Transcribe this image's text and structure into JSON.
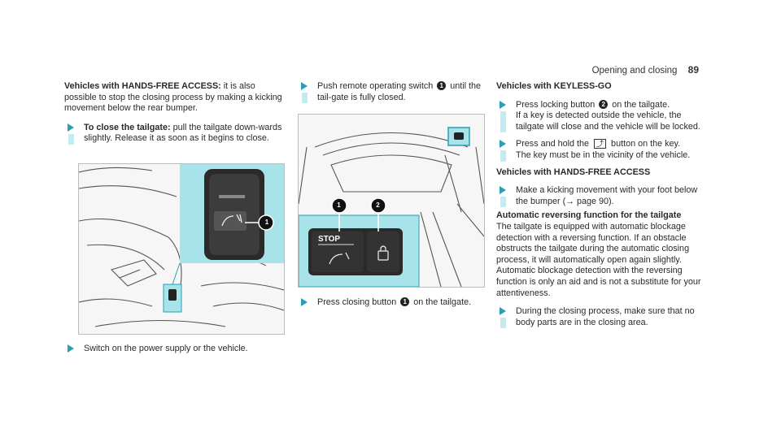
{
  "header": {
    "section": "Opening and closing",
    "page_number": "89"
  },
  "col1": {
    "intro_bold": "Vehicles with HANDS-FREE ACCESS:",
    "intro_text": " it is also possible to stop the closing process by making a kicking movement below the rear bumper.",
    "step1_bold": "To close the tailgate:",
    "step1_text": " pull the tailgate down-wards slightly. Release it as soon as it begins to close.",
    "fig_badge": "1",
    "step2_text": "Switch on the power supply or the vehicle."
  },
  "col2": {
    "step1_pre": "Push remote operating switch ",
    "step1_badge": "1",
    "step1_post": " until the tail-gate is fully closed.",
    "fig_badge1": "1",
    "fig_badge2": "2",
    "fig_stop_label": "STOP",
    "step2_pre": "Press closing button ",
    "step2_badge": "1",
    "step2_post": " on the tailgate."
  },
  "col3": {
    "h1": "Vehicles with KEYLESS-GO",
    "s1_pre": "Press locking button ",
    "s1_badge": "2",
    "s1_post": " on the tailgate.",
    "s1_text2": "If a key is detected outside the vehicle, the tailgate will close and the vehicle will be locked.",
    "s2_pre": "Press and hold the ",
    "s2_post": " button on the key.",
    "s2_text2": "The key must be in the vicinity of the vehicle.",
    "h2": "Vehicles with HANDS-FREE ACCESS",
    "s3_text": "Make a kicking movement with your foot below the bumper (→ page 90).",
    "h3": "Automatic reversing function for the tailgate",
    "para": "The tailgate is equipped with automatic blockage detection with a reversing function. If an obstacle obstructs the tailgate during the automatic closing process, it will automatically open again slightly. Automatic blockage detection with the reversing function is only an aid and is not a substitute for your attentiveness.",
    "s4_text": "During the closing process, make sure that no body parts are in the closing area."
  },
  "colors": {
    "accent": "#2a9fb3",
    "accent_light": "#c3ecf2",
    "callout_bg": "#a9e3ea"
  },
  "icons": [
    "arrow-bullet-icon",
    "tailgate-close-icon",
    "lock-icon"
  ]
}
